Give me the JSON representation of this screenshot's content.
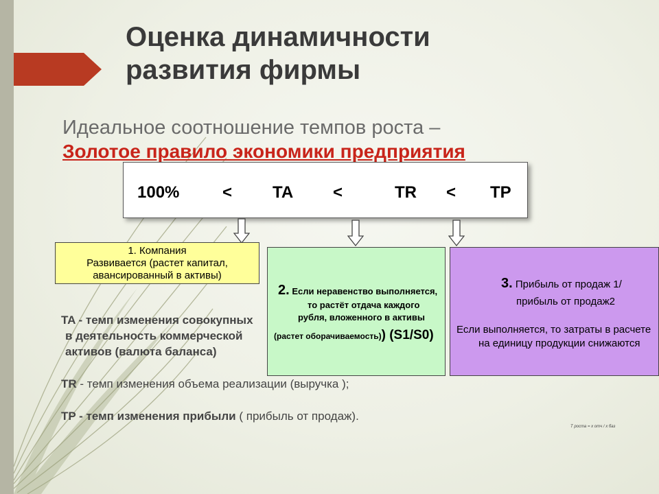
{
  "title": {
    "line1": "Оценка динамичности",
    "line2": "развития фирмы"
  },
  "subtitle": "Идеальное соотношение темпов роста –",
  "golden_rule": "Золотое правило экономики предприятия",
  "formula": {
    "items": [
      "100%",
      "<",
      "TA",
      "<",
      "TR",
      "<",
      "TP"
    ]
  },
  "box1": {
    "line1": "1.     Компания",
    "line2": "Развивается (растет капитал,",
    "line3": "авансированный в активы)"
  },
  "box2": {
    "num": "2.",
    "line1": "Если неравенство выполняется,",
    "line2": "то растёт отдача каждого",
    "line3": "рубля, вложенного в активы",
    "line4": "(растет оборачиваемость)",
    "line4_tail": ") (S1/S0)"
  },
  "box3": {
    "num": "3.",
    "line1": "Прибыль от продаж 1/",
    "line2": "прибыль от продаж2",
    "line3": "Если выполняется, то затраты в расчете",
    "line4": "на единицу продукции снижаются"
  },
  "definitions": {
    "ta_abbr": "TA",
    "ta_line1": " - темп изменения совокупных",
    "ta_line2": "в деятельность коммерческой",
    "ta_line3": "активов (валюта баланса)",
    "tr_abbr": "TR",
    "tr_text": " - темп изменения объема реализации (выручка );",
    "tp_abbr": "TP",
    "tp_bold": " - темп изменения прибыли",
    "tp_rest": " ( прибыль от продаж)."
  },
  "footnote": "Т роста = х отч / х баз",
  "colors": {
    "accent_red": "#c8241a",
    "box1_bg": "#ffff9a",
    "box2_bg": "#c8f8c8",
    "box3_bg": "#cc99ee"
  }
}
